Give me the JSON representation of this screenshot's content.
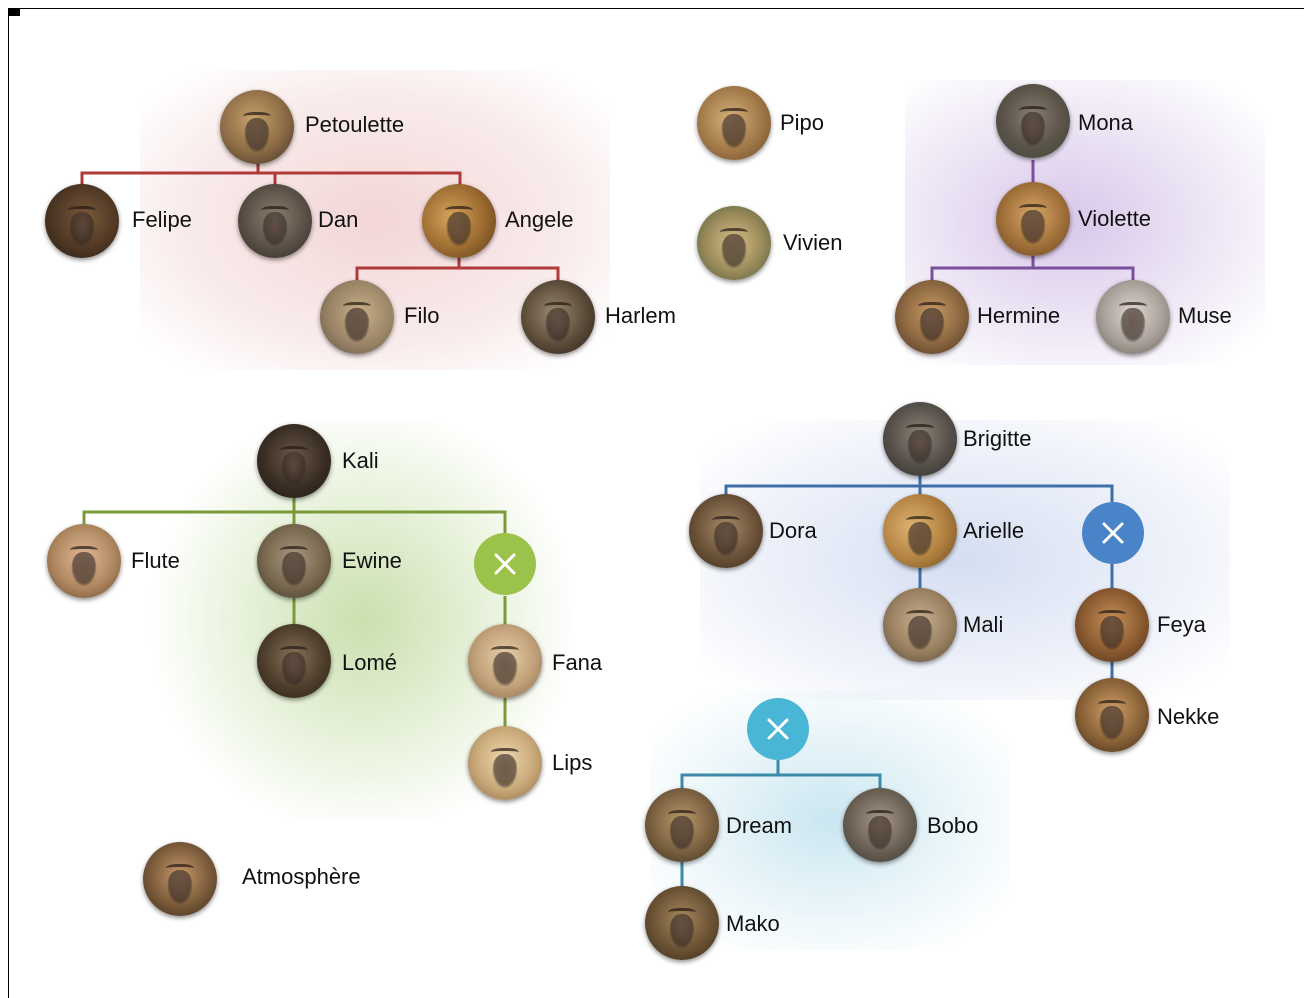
{
  "names": {
    "petoulette": "Petoulette",
    "felipe": "Felipe",
    "dan": "Dan",
    "angele": "Angele",
    "filo": "Filo",
    "harlem": "Harlem",
    "pipo": "Pipo",
    "vivien": "Vivien",
    "mona": "Mona",
    "violette": "Violette",
    "hermine": "Hermine",
    "muse": "Muse",
    "kali": "Kali",
    "flute": "Flute",
    "ewine": "Ewine",
    "lome": "Lomé",
    "fana": "Fana",
    "lips": "Lips",
    "brigitte": "Brigitte",
    "dora": "Dora",
    "arielle": "Arielle",
    "mali": "Mali",
    "feya": "Feya",
    "nekke": "Nekke",
    "dream": "Dream",
    "bobo": "Bobo",
    "mako": "Mako",
    "atmosphere": "Atmosphère"
  },
  "families": [
    {
      "name": "red",
      "color": "#b03a3a",
      "glow": "#e9b4b4"
    },
    {
      "name": "purple",
      "color": "#7b4f9b",
      "glow": "#d3bfe6"
    },
    {
      "name": "green",
      "color": "#7a9a3a",
      "glow": "#c7dca8"
    },
    {
      "name": "blue",
      "color": "#3f6fa8",
      "glow": "#c3d3ee"
    },
    {
      "name": "teal",
      "color": "#3a8aa8",
      "glow": "#bfe1ec"
    }
  ],
  "unknown_marker_colors": {
    "green": "#9bc24a",
    "blue": "#4a84c8",
    "teal": "#4ab6d6"
  },
  "icon": "close-icon"
}
